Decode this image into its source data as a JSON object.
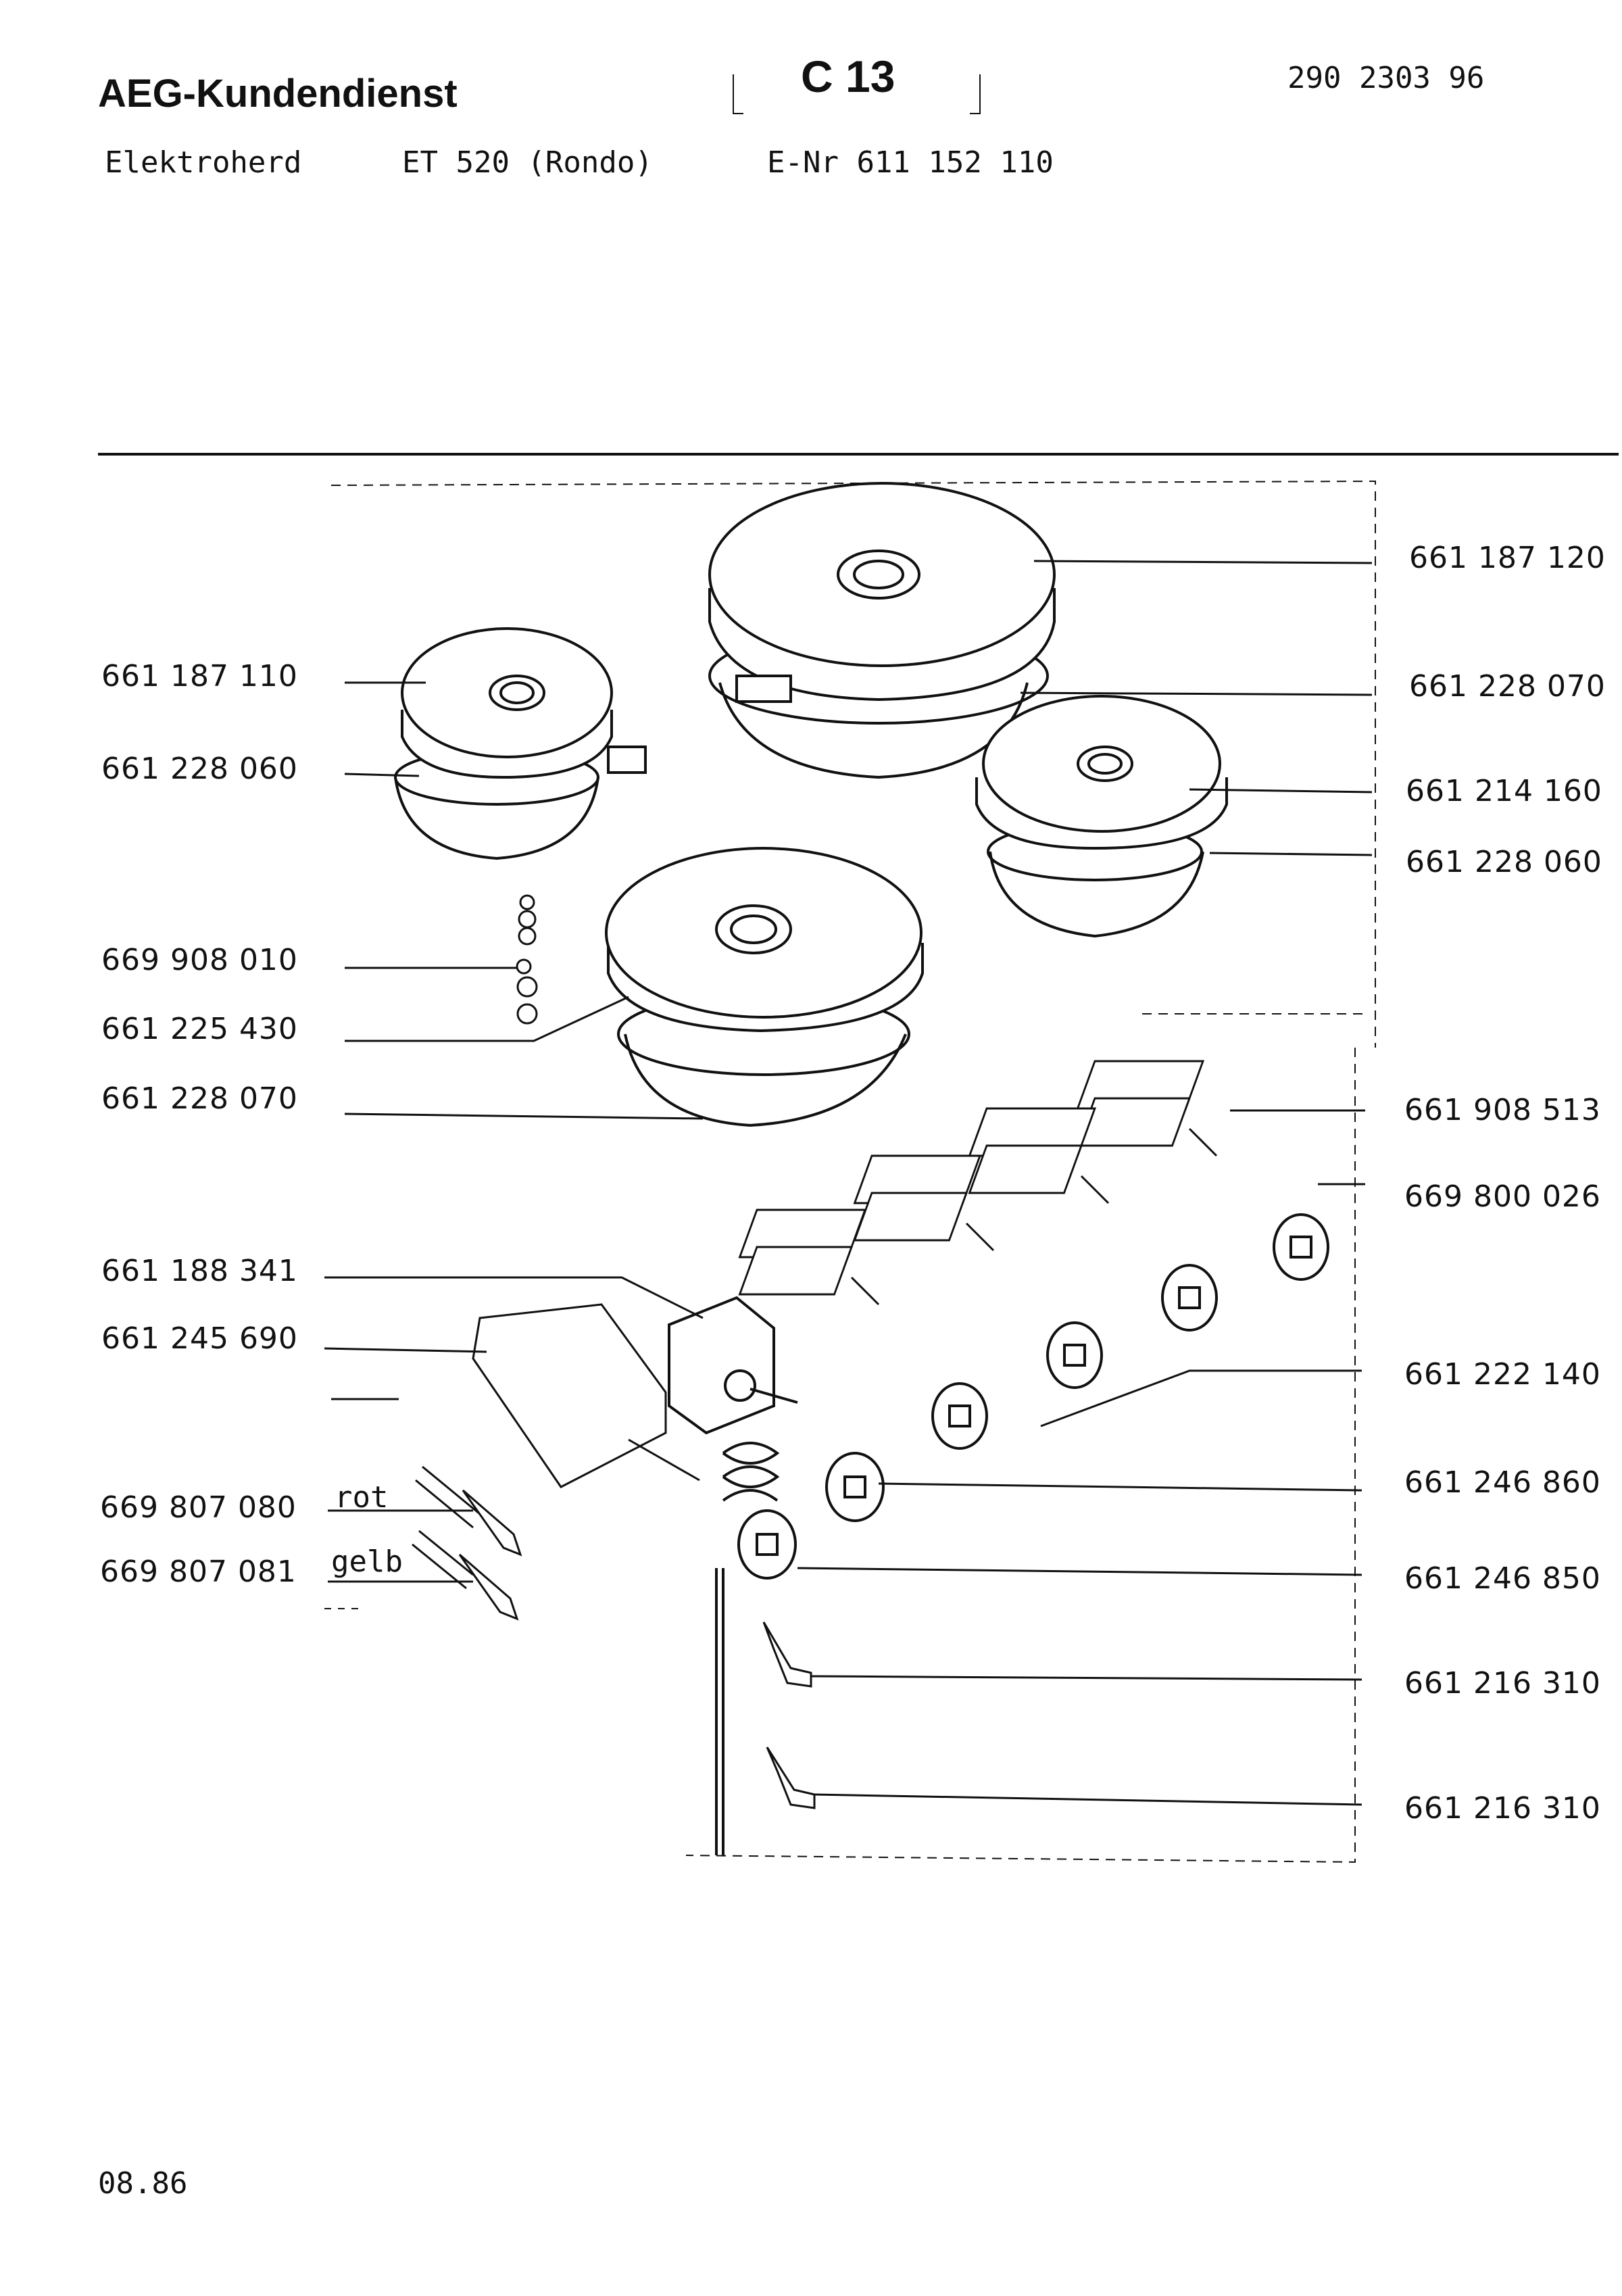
{
  "header": {
    "brand": "AEG-Kundendienst",
    "section": "C 13",
    "doc_number": "290 2303 96",
    "product": "Elektroherd",
    "model": "ET 520 (Rondo)",
    "enr": "E-Nr 611 152 110"
  },
  "labels_left": [
    "661 187 110",
    "661 228 060",
    "669 908 010",
    "661 225 430",
    "661 228 070",
    "661 188 341",
    "661 245 690",
    "669 807 080",
    "669 807 081"
  ],
  "labels_right": [
    "661 187 120",
    "661 228 070",
    "661 214 160",
    "661 228 060",
    "661 908 513",
    "669 800 026",
    "661 222 140",
    "661 246 860",
    "661 246 850",
    "661 216 310",
    "661 216 310"
  ],
  "wire_labels": {
    "red": "rot",
    "yellow": "gelb"
  },
  "footer": {
    "date": "08.86"
  }
}
